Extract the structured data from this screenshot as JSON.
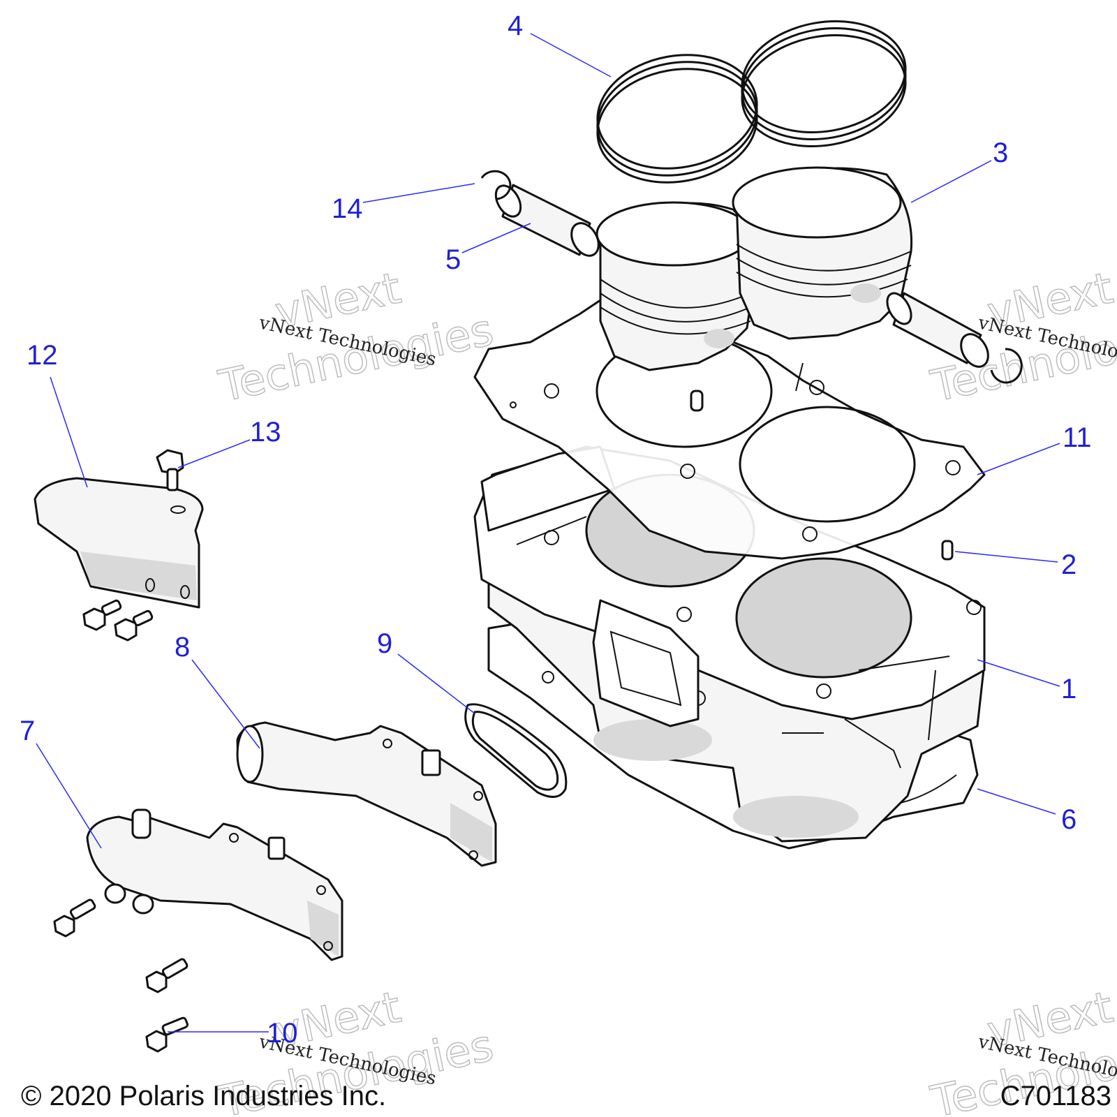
{
  "callouts": [
    {
      "id": "1",
      "label": "1"
    },
    {
      "id": "2",
      "label": "2"
    },
    {
      "id": "3",
      "label": "3"
    },
    {
      "id": "4",
      "label": "4"
    },
    {
      "id": "5",
      "label": "5"
    },
    {
      "id": "6",
      "label": "6"
    },
    {
      "id": "7",
      "label": "7"
    },
    {
      "id": "8",
      "label": "8"
    },
    {
      "id": "9",
      "label": "9"
    },
    {
      "id": "10",
      "label": "10"
    },
    {
      "id": "11",
      "label": "11"
    },
    {
      "id": "12",
      "label": "12"
    },
    {
      "id": "13",
      "label": "13"
    },
    {
      "id": "14",
      "label": "14"
    }
  ],
  "watermark": {
    "script_text": "vNext Technologies",
    "outline_line1": "vNext",
    "outline_line2": "Technologies"
  },
  "footer": {
    "copyright": "© 2020 Polaris Industries Inc.",
    "diagram_code": "C701183"
  },
  "colors": {
    "callout": "#1f1fd6",
    "leader": "#2a2aff",
    "line_art": "#111111"
  }
}
